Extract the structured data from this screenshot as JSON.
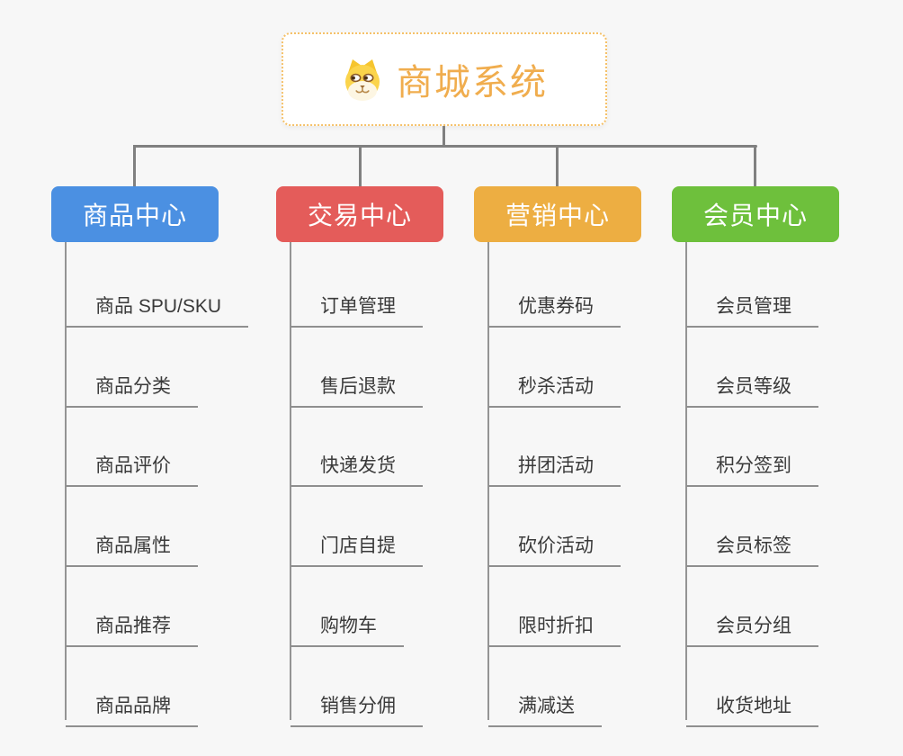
{
  "root": {
    "title": "商城系统",
    "icon": "dog-face-icon",
    "border_color": "#F5C169",
    "text_color": "#F0AD4E"
  },
  "branches": [
    {
      "label": "商品中心",
      "color": "#4B90E2",
      "children": [
        "商品 SPU/SKU",
        "商品分类",
        "商品评价",
        "商品属性",
        "商品推荐",
        "商品品牌"
      ]
    },
    {
      "label": "交易中心",
      "color": "#E45C5A",
      "children": [
        "订单管理",
        "售后退款",
        "快递发货",
        "门店自提",
        "购物车",
        "销售分佣"
      ]
    },
    {
      "label": "营销中心",
      "color": "#EDAE42",
      "children": [
        "优惠券码",
        "秒杀活动",
        "拼团活动",
        "砍价活动",
        "限时折扣",
        "满减送"
      ]
    },
    {
      "label": "会员中心",
      "color": "#6EC03C",
      "children": [
        "会员管理",
        "会员等级",
        "积分签到",
        "会员标签",
        "会员分组",
        "收货地址"
      ]
    }
  ],
  "connector_color": "#808080",
  "leaf_line_color": "#8F8F8F",
  "background_color": "#F7F7F7"
}
